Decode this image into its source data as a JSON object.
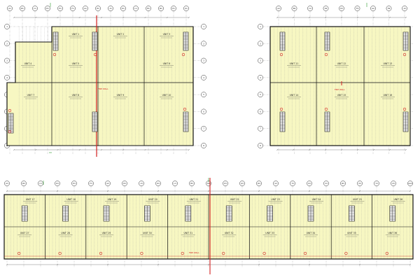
{
  "colors": {
    "fill": "#f7f7c2",
    "line": "#333333",
    "bold": "#111111",
    "red": "#d32020",
    "green": "#2a9a2a",
    "grid": "#9a9a9a"
  },
  "top_left_plan": {
    "grid_top": [
      "A1",
      "B1",
      "C1",
      "D1",
      "E1",
      "F1",
      "G1",
      "H1",
      "J1",
      "K1",
      "L1",
      "M1",
      "N1",
      "P1",
      "Q1"
    ],
    "grid_left": [
      "1",
      "2",
      "3",
      "4",
      "5",
      "6",
      "7",
      "8"
    ],
    "units": [
      "UNIT 1",
      "UNIT 2",
      "UNIT 3",
      "UNIT 4",
      "UNIT 5",
      "UNIT 6",
      "UNIT 7",
      "UNIT 8",
      "UNIT 9",
      "UNIT 10"
    ],
    "note": "FIRE WALL"
  },
  "top_right_plan": {
    "grid_top": [
      "A2",
      "B2",
      "C2",
      "D2",
      "E2",
      "F2",
      "G2",
      "H2",
      "J2"
    ],
    "grid_left": [
      "1",
      "2",
      "3",
      "4",
      "5",
      "6",
      "7",
      "8"
    ],
    "units": [
      "UNIT 11",
      "UNIT 12",
      "UNIT 13",
      "UNIT 14",
      "UNIT 15",
      "UNIT 16"
    ],
    "note": "FIRE WALL"
  },
  "bottom_plan": {
    "grid_top": [
      "A3",
      "B3",
      "C3",
      "D3",
      "E3",
      "F3",
      "G3",
      "H3",
      "J3",
      "K3",
      "L3",
      "M3",
      "N3",
      "P3",
      "Q3",
      "R3",
      "S3",
      "T3",
      "U3",
      "V3",
      "W3",
      "X3",
      "Y3",
      "Z3",
      "AA3"
    ],
    "units": [
      "UNIT 17",
      "UNIT 18",
      "UNIT 19",
      "UNIT 20",
      "UNIT 21",
      "UNIT 22",
      "UNIT 23",
      "UNIT 24",
      "UNIT 25",
      "UNIT 26",
      "UNIT 27",
      "UNIT 28",
      "UNIT 29",
      "UNIT 30",
      "UNIT 31",
      "UNIT 32",
      "UNIT 33",
      "UNIT 34",
      "UNIT 35",
      "UNIT 36"
    ],
    "note": "FIRE WALL"
  },
  "caption": ""
}
